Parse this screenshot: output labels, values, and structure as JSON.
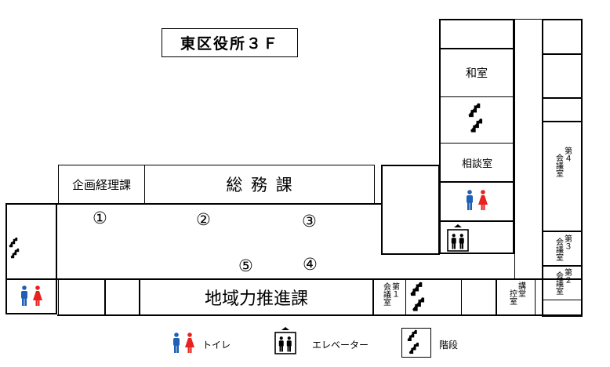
{
  "title": "東区役所３Ｆ",
  "rooms": {
    "washitsu": "和室",
    "soudanshitsu": "相談室",
    "kikaku": "企画経理課",
    "soumu": "総 務 課",
    "chiiki": "地域力推進課",
    "kaigi1_a": "会議室",
    "kaigi1_b": "第１",
    "kaigi2_a": "会議室",
    "kaigi2_b": "第２",
    "kaigi3_a": "会議室",
    "kaigi3_b": "第３",
    "kaigi4_a": "会議室",
    "kaigi4_b": "第４",
    "koudou_a": "講堂",
    "koudou_b": "控室"
  },
  "markers": [
    "①",
    "②",
    "③",
    "④",
    "⑤"
  ],
  "legend": {
    "toilet": "トイレ",
    "elevator": "エレベーター",
    "stairs": "階段"
  },
  "colors": {
    "male": "#1f5fb5",
    "female": "#e8231f"
  }
}
